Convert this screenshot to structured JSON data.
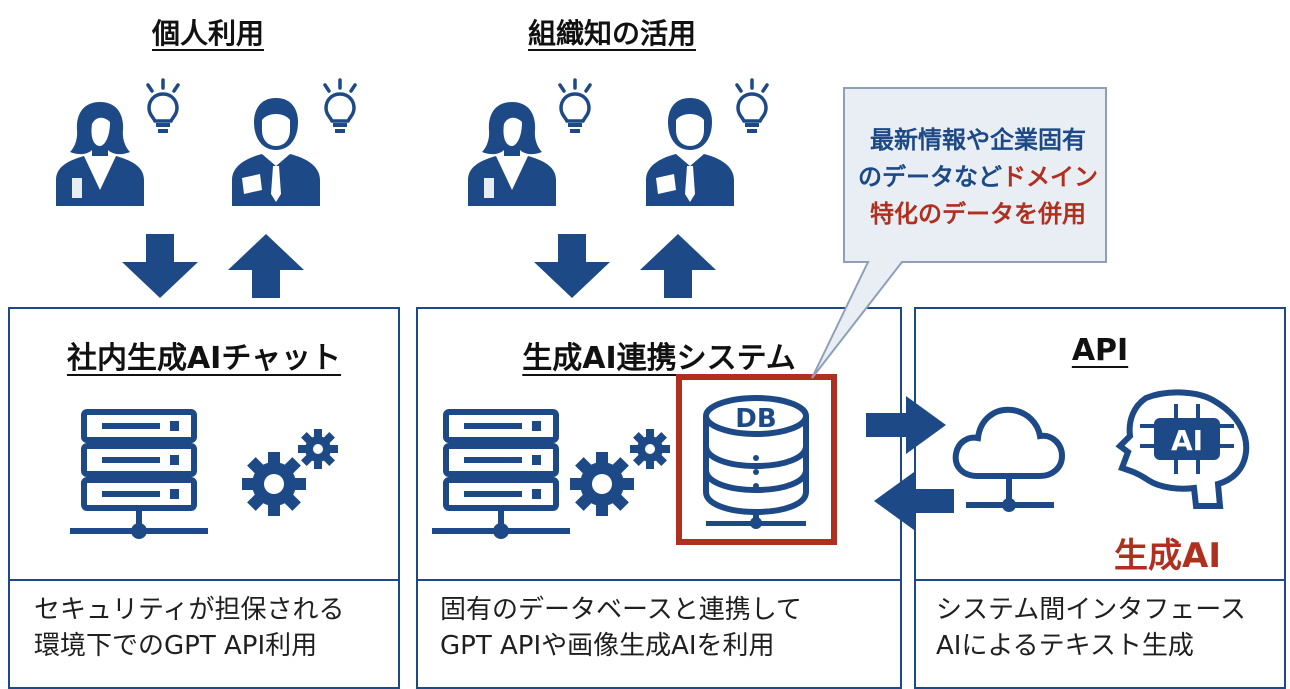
{
  "headings": {
    "personal": "個人利用",
    "org": "組織知の活用"
  },
  "panels": [
    {
      "title": "社内生成AIチャット",
      "desc": [
        "セキュリティが担保される",
        "環境下でのGPT API利用"
      ]
    },
    {
      "title": "生成AI連携システム",
      "desc": [
        "固有のデータベースと連携して",
        "GPT APIや画像生成AIを利用"
      ]
    },
    {
      "title": "API",
      "desc": [
        "システム間インタフェース",
        "AIによるテキスト生成"
      ]
    }
  ],
  "callout": {
    "line1": "最新情報や企業固有",
    "line2_prefix": "のデータなど",
    "line2_highlight": "ドメイン",
    "line3_highlight": "特化のデータを併用"
  },
  "db_label": "DB",
  "ai_label": "AI",
  "genai_label": "生成AI",
  "colors": {
    "primary": "#1d4a86",
    "accent": "#b0301f",
    "callout_bg": "#e9eef5",
    "callout_border": "#8da0b8"
  },
  "icons": [
    "person-idea-icon",
    "server-icon",
    "gears-icon",
    "database-icon",
    "cloud-network-icon",
    "ai-brain-icon",
    "arrow-icon"
  ]
}
